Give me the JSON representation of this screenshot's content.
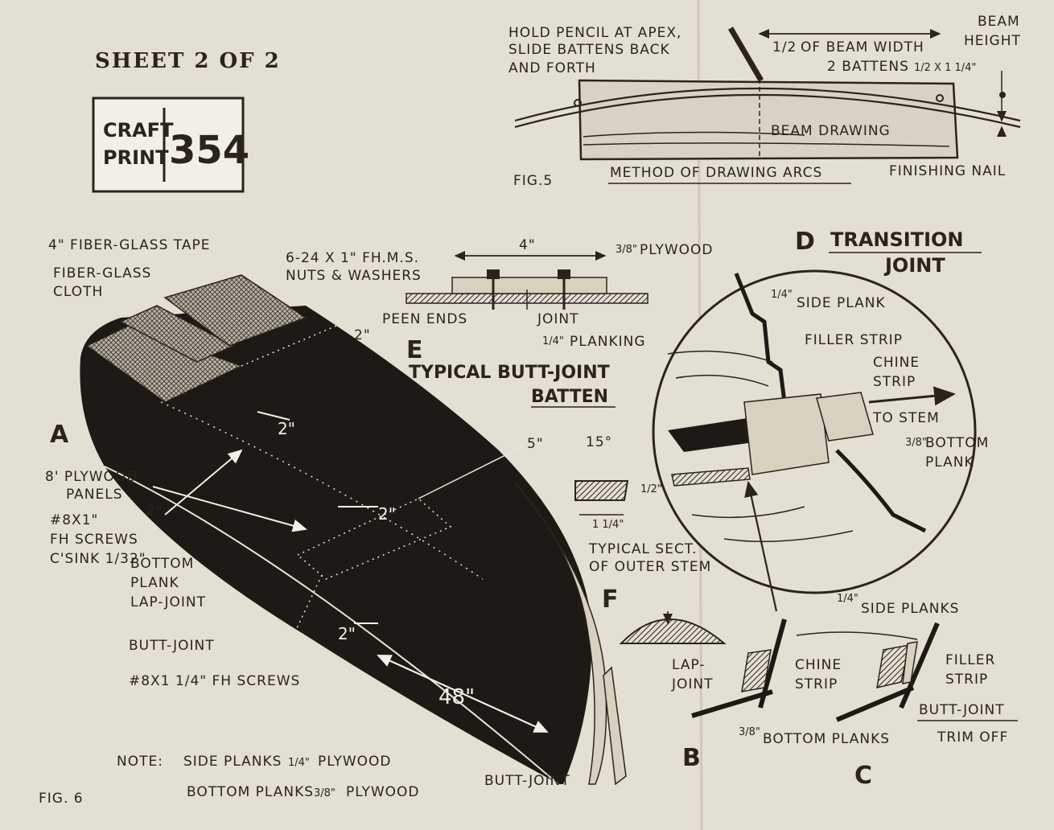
{
  "header": {
    "sheet": "SHEET 2 OF 2",
    "logo_left_top": "CRAFT",
    "logo_left_bottom": "PRINT",
    "logo_number": "354"
  },
  "fig5": {
    "label": "FIG.5",
    "note_line1": "HOLD PENCIL AT APEX,",
    "note_line2": "SLIDE BATTENS BACK",
    "note_line3": "AND FORTH",
    "half_beam_frac": "1/2",
    "half_beam": "OF BEAM WIDTH",
    "battens": "2 BATTENS",
    "battens_size": "1/2 X 1 1/4\"",
    "beam": "BEAM",
    "height": "HEIGHT",
    "beam_drawing": "BEAM DRAWING",
    "method": "METHOD OF DRAWING ARCS",
    "nail": "FINISHING NAIL"
  },
  "fig6": {
    "label": "FIG. 6",
    "letter_a": "A",
    "tape": "4\" FIBER-GLASS TAPE",
    "cloth1": "FIBER-GLASS",
    "cloth2": "CLOTH",
    "dim_2_top": "2\"",
    "dim_2_a": "2\"",
    "dim_2_b": "2\"",
    "dim_2_c": "2\"",
    "dim_2_d": "2\"",
    "dim_5": "5\"",
    "dim_48": "48\"",
    "panels1": "8' PLYWOOD",
    "panels2": "PANELS",
    "screws1": "#8X1\"",
    "screws2": "FH SCREWS",
    "screws3": "C'SINK 1/32\"",
    "lap1": "BOTTOM",
    "lap2": "PLANK",
    "lap3": "LAP-JOINT",
    "butt_joint": "BUTT-JOINT",
    "screws_long": "#8X1 1/4\" FH SCREWS",
    "butt_joint_bottom": "BUTT-JOINT",
    "note_label": "NOTE:",
    "note1_a": "SIDE PLANKS",
    "note1_frac": "1/4\"",
    "note1_b": "PLYWOOD",
    "note2_a": "BOTTOM PLANKS",
    "note2_frac": "3/8\"",
    "note2_b": "PLYWOOD"
  },
  "fig_e": {
    "letter": "E",
    "bolts1": "6-24 X 1\" FH.M.S.",
    "bolts2": "NUTS & WASHERS",
    "width": "4\"",
    "ply_frac": "3/8\"",
    "ply": "PLYWOOD",
    "peen": "PEEN ENDS",
    "joint": "JOINT",
    "plank_frac": "1/4\"",
    "plank": "PLANKING",
    "title1": "TYPICAL BUTT-JOINT",
    "title2": "BATTEN"
  },
  "fig_f": {
    "letter": "F",
    "angle": "15°",
    "thick": "1/2\"",
    "width": "1 1/4\"",
    "sect1": "TYPICAL SECT.",
    "sect2": "OF OUTER STEM"
  },
  "fig_d": {
    "letter": "D",
    "title1": "TRANSITION",
    "title2": "JOINT",
    "side_frac": "1/4\"",
    "side": "SIDE PLANK",
    "filler": "FILLER STRIP",
    "chine1": "CHINE",
    "chine2": "STRIP",
    "stem": "TO STEM",
    "bottom_frac": "3/8\"",
    "bottom1": "BOTTOM",
    "bottom2": "PLANK"
  },
  "fig_bc": {
    "side_frac": "1/4\"",
    "side": "SIDE PLANKS",
    "lap1": "LAP-",
    "lap2": "JOINT",
    "chine1": "CHINE",
    "chine2": "STRIP",
    "filler1": "FILLER",
    "filler2": "STRIP",
    "butt": "BUTT-JOINT",
    "bottom_frac": "3/8\"",
    "bottom": "BOTTOM PLANKS",
    "trim": "TRIM OFF",
    "letter_b": "B",
    "letter_c": "C"
  },
  "colors": {
    "paper": "#e4dfd3",
    "ink": "#2a241c",
    "hull": "#1d1915"
  }
}
